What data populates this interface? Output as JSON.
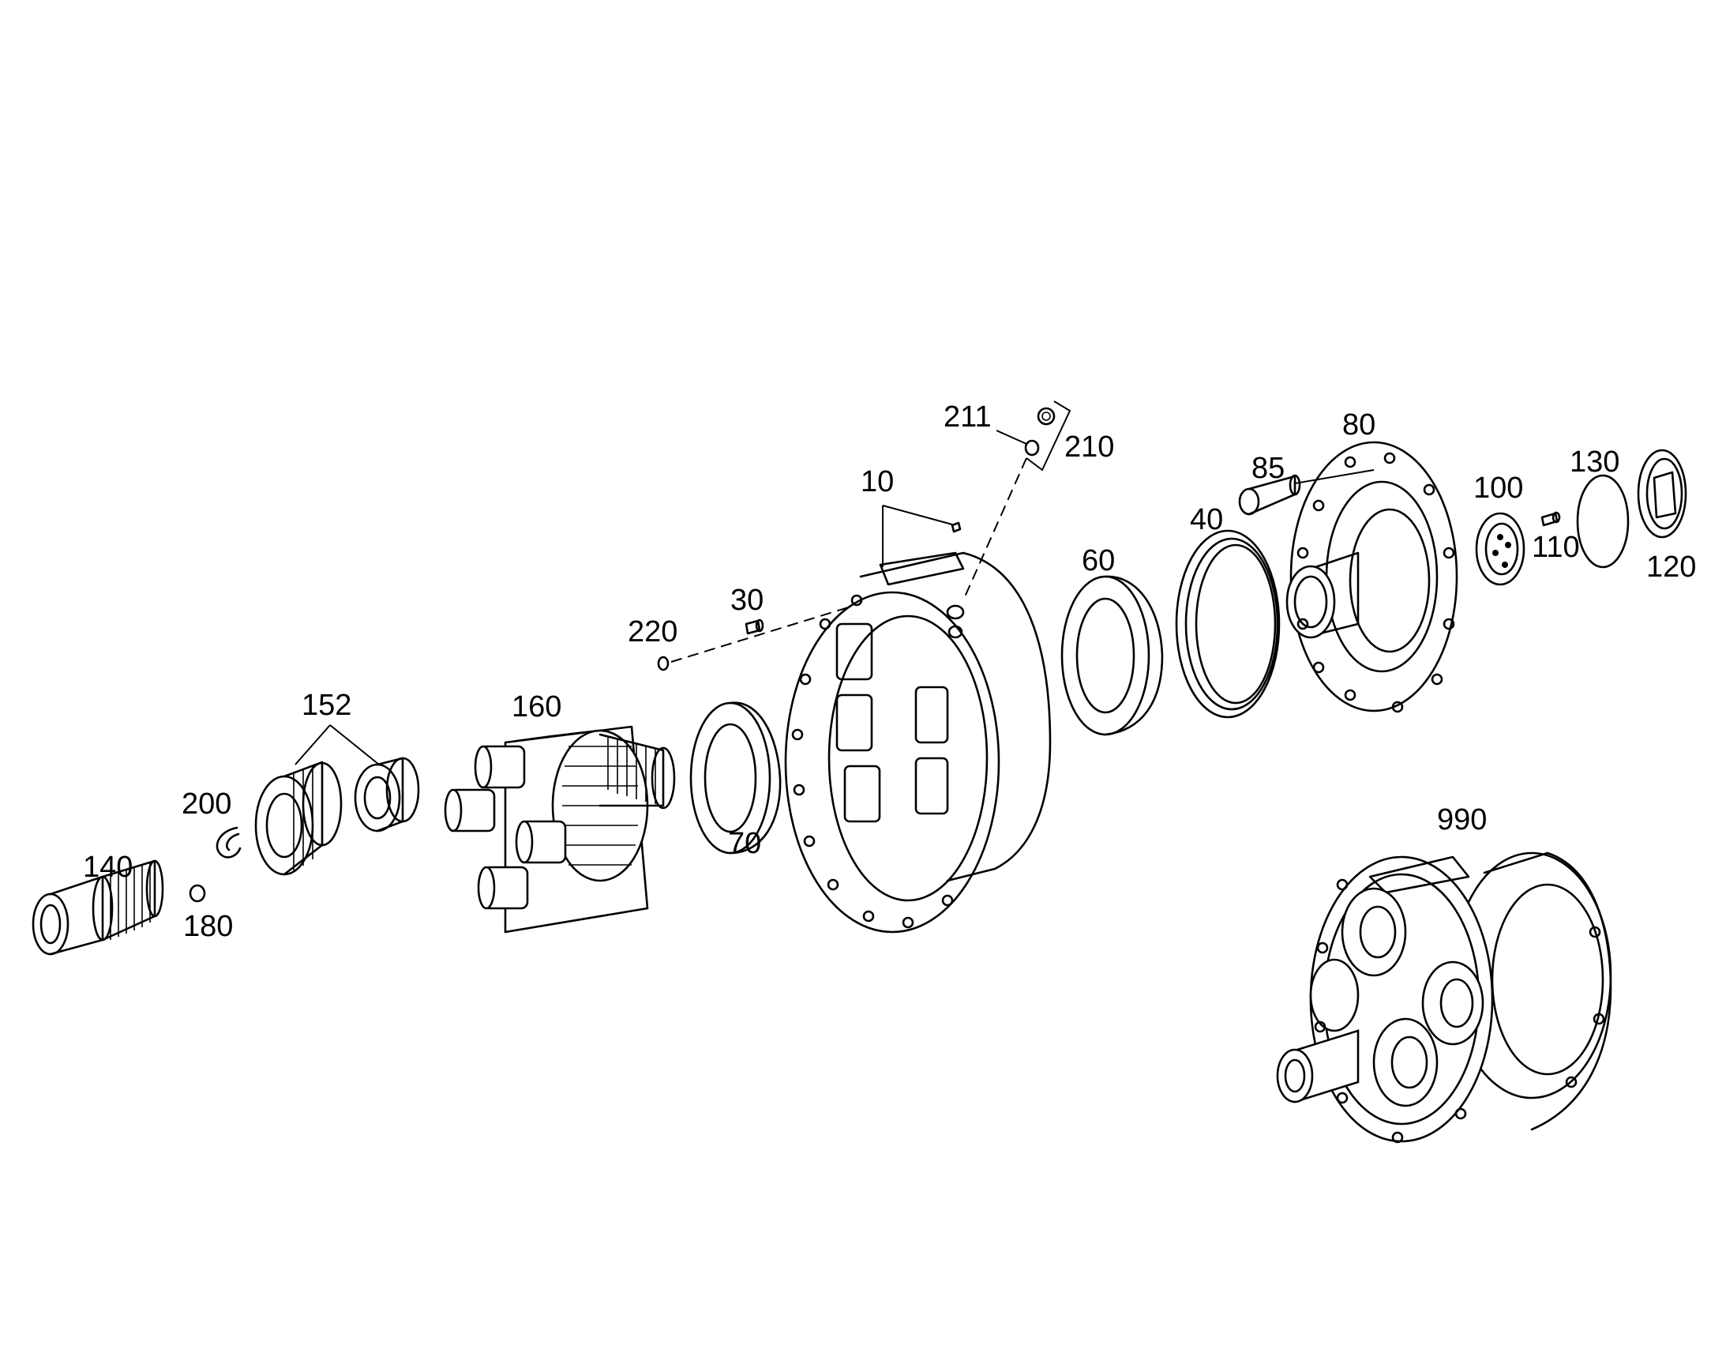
{
  "labels": {
    "p10": "10",
    "p30": "30",
    "p40": "40",
    "p60": "60",
    "p70": "70",
    "p80": "80",
    "p85": "85",
    "p100": "100",
    "p110": "110",
    "p120": "120",
    "p130": "130",
    "p140": "140",
    "p152": "152",
    "p160": "160",
    "p180": "180",
    "p200": "200",
    "p210": "210",
    "p211": "211",
    "p220": "220",
    "p990": "990"
  },
  "colors": {
    "line": "#000000",
    "background": "#ffffff"
  }
}
